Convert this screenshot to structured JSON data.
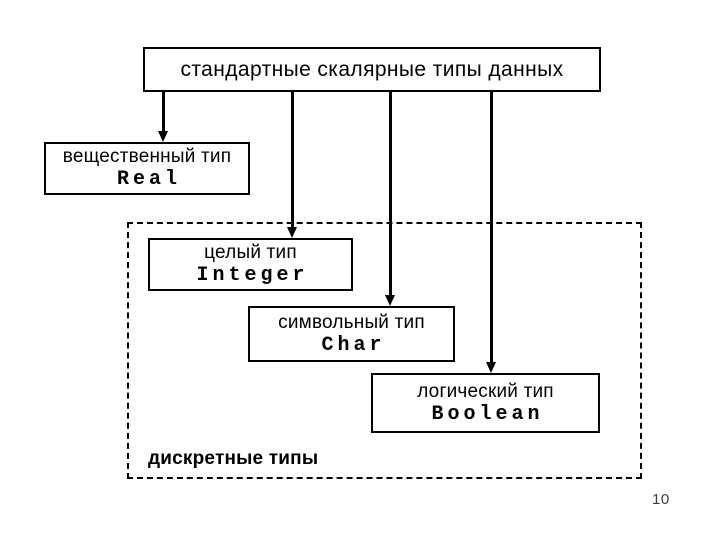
{
  "page": {
    "background_color": "#ffffff",
    "line_color": "#000000",
    "page_number": "10"
  },
  "diagram": {
    "title": "стандартные скалярные типы данных",
    "nodes": [
      {
        "id": "real",
        "label": "вещественный тип",
        "type_name": "Real"
      },
      {
        "id": "integer",
        "label": "целый тип",
        "type_name": "Integer"
      },
      {
        "id": "char",
        "label": "символьный тип",
        "type_name": "Char"
      },
      {
        "id": "boolean",
        "label": "логический тип",
        "type_name": "Boolean"
      }
    ],
    "group_label": "дискретные типы",
    "connections": [
      {
        "from": "title",
        "to": "real"
      },
      {
        "from": "title",
        "to": "integer"
      },
      {
        "from": "title",
        "to": "char"
      },
      {
        "from": "title",
        "to": "boolean"
      }
    ]
  }
}
